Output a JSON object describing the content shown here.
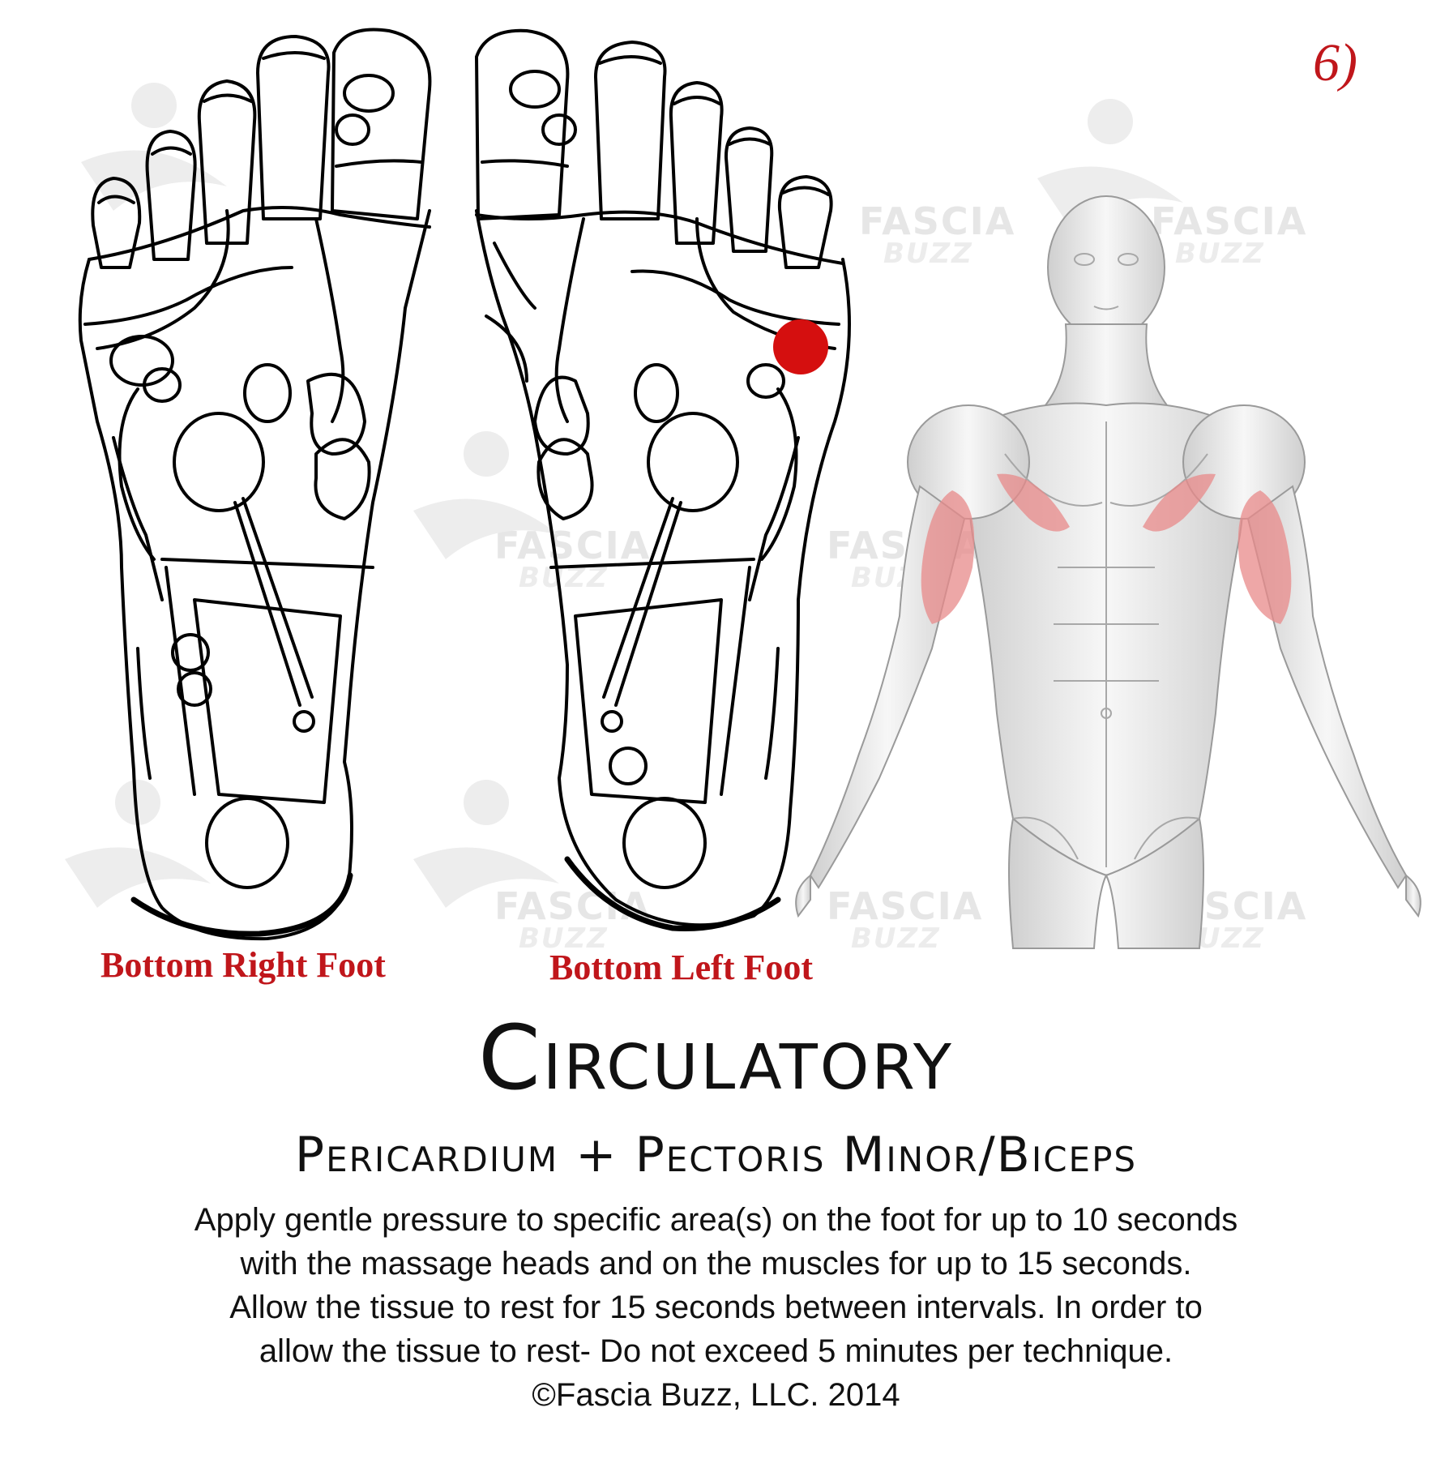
{
  "page_number": "6)",
  "foot_labels": {
    "right": "Bottom Right Foot",
    "left": "Bottom Left Foot"
  },
  "watermark": {
    "line1": "FASCIA",
    "line2": "BUZZ"
  },
  "title": "Circulatory",
  "subtitle": "Pericardium + Pectoris Minor/Biceps",
  "instructions": [
    "Apply gentle pressure to specific area(s) on the foot for up to 10 seconds",
    "with the massage heads and on the muscles for up to 15 seconds.",
    "Allow the tissue to rest for 15 seconds between intervals.  In order to",
    "allow the tissue to rest- Do not exceed 5 minutes per technique."
  ],
  "copyright": "©Fascia Buzz, LLC.  2014",
  "colors": {
    "accent_red": "#c0161b",
    "point_red": "#d50f0f",
    "muscle_highlight": "#e88a8a"
  }
}
